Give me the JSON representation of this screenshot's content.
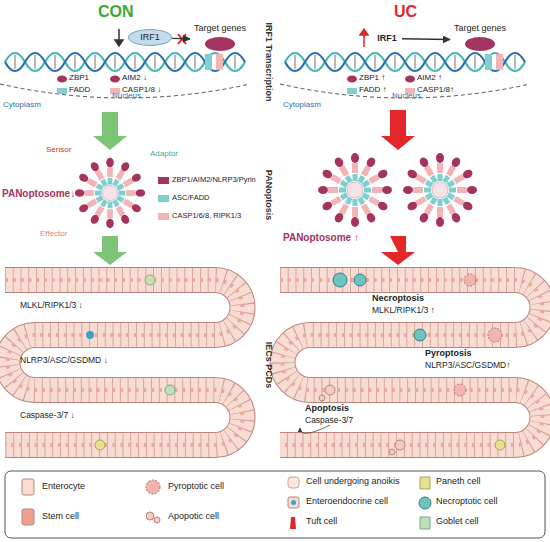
{
  "diagram": {
    "nodes": [
      {
        "text": [
          "IRF1"
        ]
      },
      {
        "text": [
          "Target genes"
        ]
      },
      {
        "text": [
          "IRF1"
        ]
      },
      {
        "text": [
          "Target genes"
        ]
      }
    ],
    "edges": [
      {
        "from": 0,
        "to": 1,
        "arrow": "to"
      },
      {
        "from": 2,
        "to": 3,
        "arrow": "to"
      }
    ],
    "labels": [
      "CON",
      "UC",
      "ZBP1",
      "AIM2 ↓",
      "FADD",
      "CASP1/8 ↓",
      "Nucleus",
      "Cytoplasm",
      "ZBP1 ↑",
      "AIM2 ↑",
      "FADD ↑",
      "CASP1/8↑",
      "Nucleus",
      "Cytoplasm",
      "IRF1 Transcription",
      "PANoptosome↓",
      "Sensor",
      "Adaptor",
      "Effector",
      "PANoptosis",
      "PANoptosome ↑",
      "MLKL/RIPK1/3 ↓",
      "NLRP3/ASC/GSDMD ↓",
      "Caspase-3/7 ↓",
      "IECs PCDs",
      "Necroptosis",
      "MLKL/RIPK1/3 ↑",
      "Pyroptosis",
      "NLRP3/ASC/GSDMD↑",
      "Apoptosis",
      "Caspase-3/7"
    ],
    "legend": [
      {
        "text": "ZBP1/AIM2/NLRP3/Pyrin",
        "color": "#a3345f"
      },
      {
        "text": "ASC/FADD",
        "color": "#7fcfcf"
      },
      {
        "text": "CASP1/6/8, RIPK1/3",
        "color": "#f2b4b4"
      },
      {
        "text": "Enterocyte"
      },
      {
        "text": "Pyroptotic cell"
      },
      {
        "text": "Cell undergoing anoikis"
      },
      {
        "text": "Paneth cell"
      },
      {
        "text": "Stem cell"
      },
      {
        "text": "Apopotic cell"
      },
      {
        "text": "Enteroendocrine cell"
      },
      {
        "text": "Necroptotic cell"
      },
      {
        "text": "Tuft cell"
      },
      {
        "text": "Goblet cell"
      }
    ]
  }
}
